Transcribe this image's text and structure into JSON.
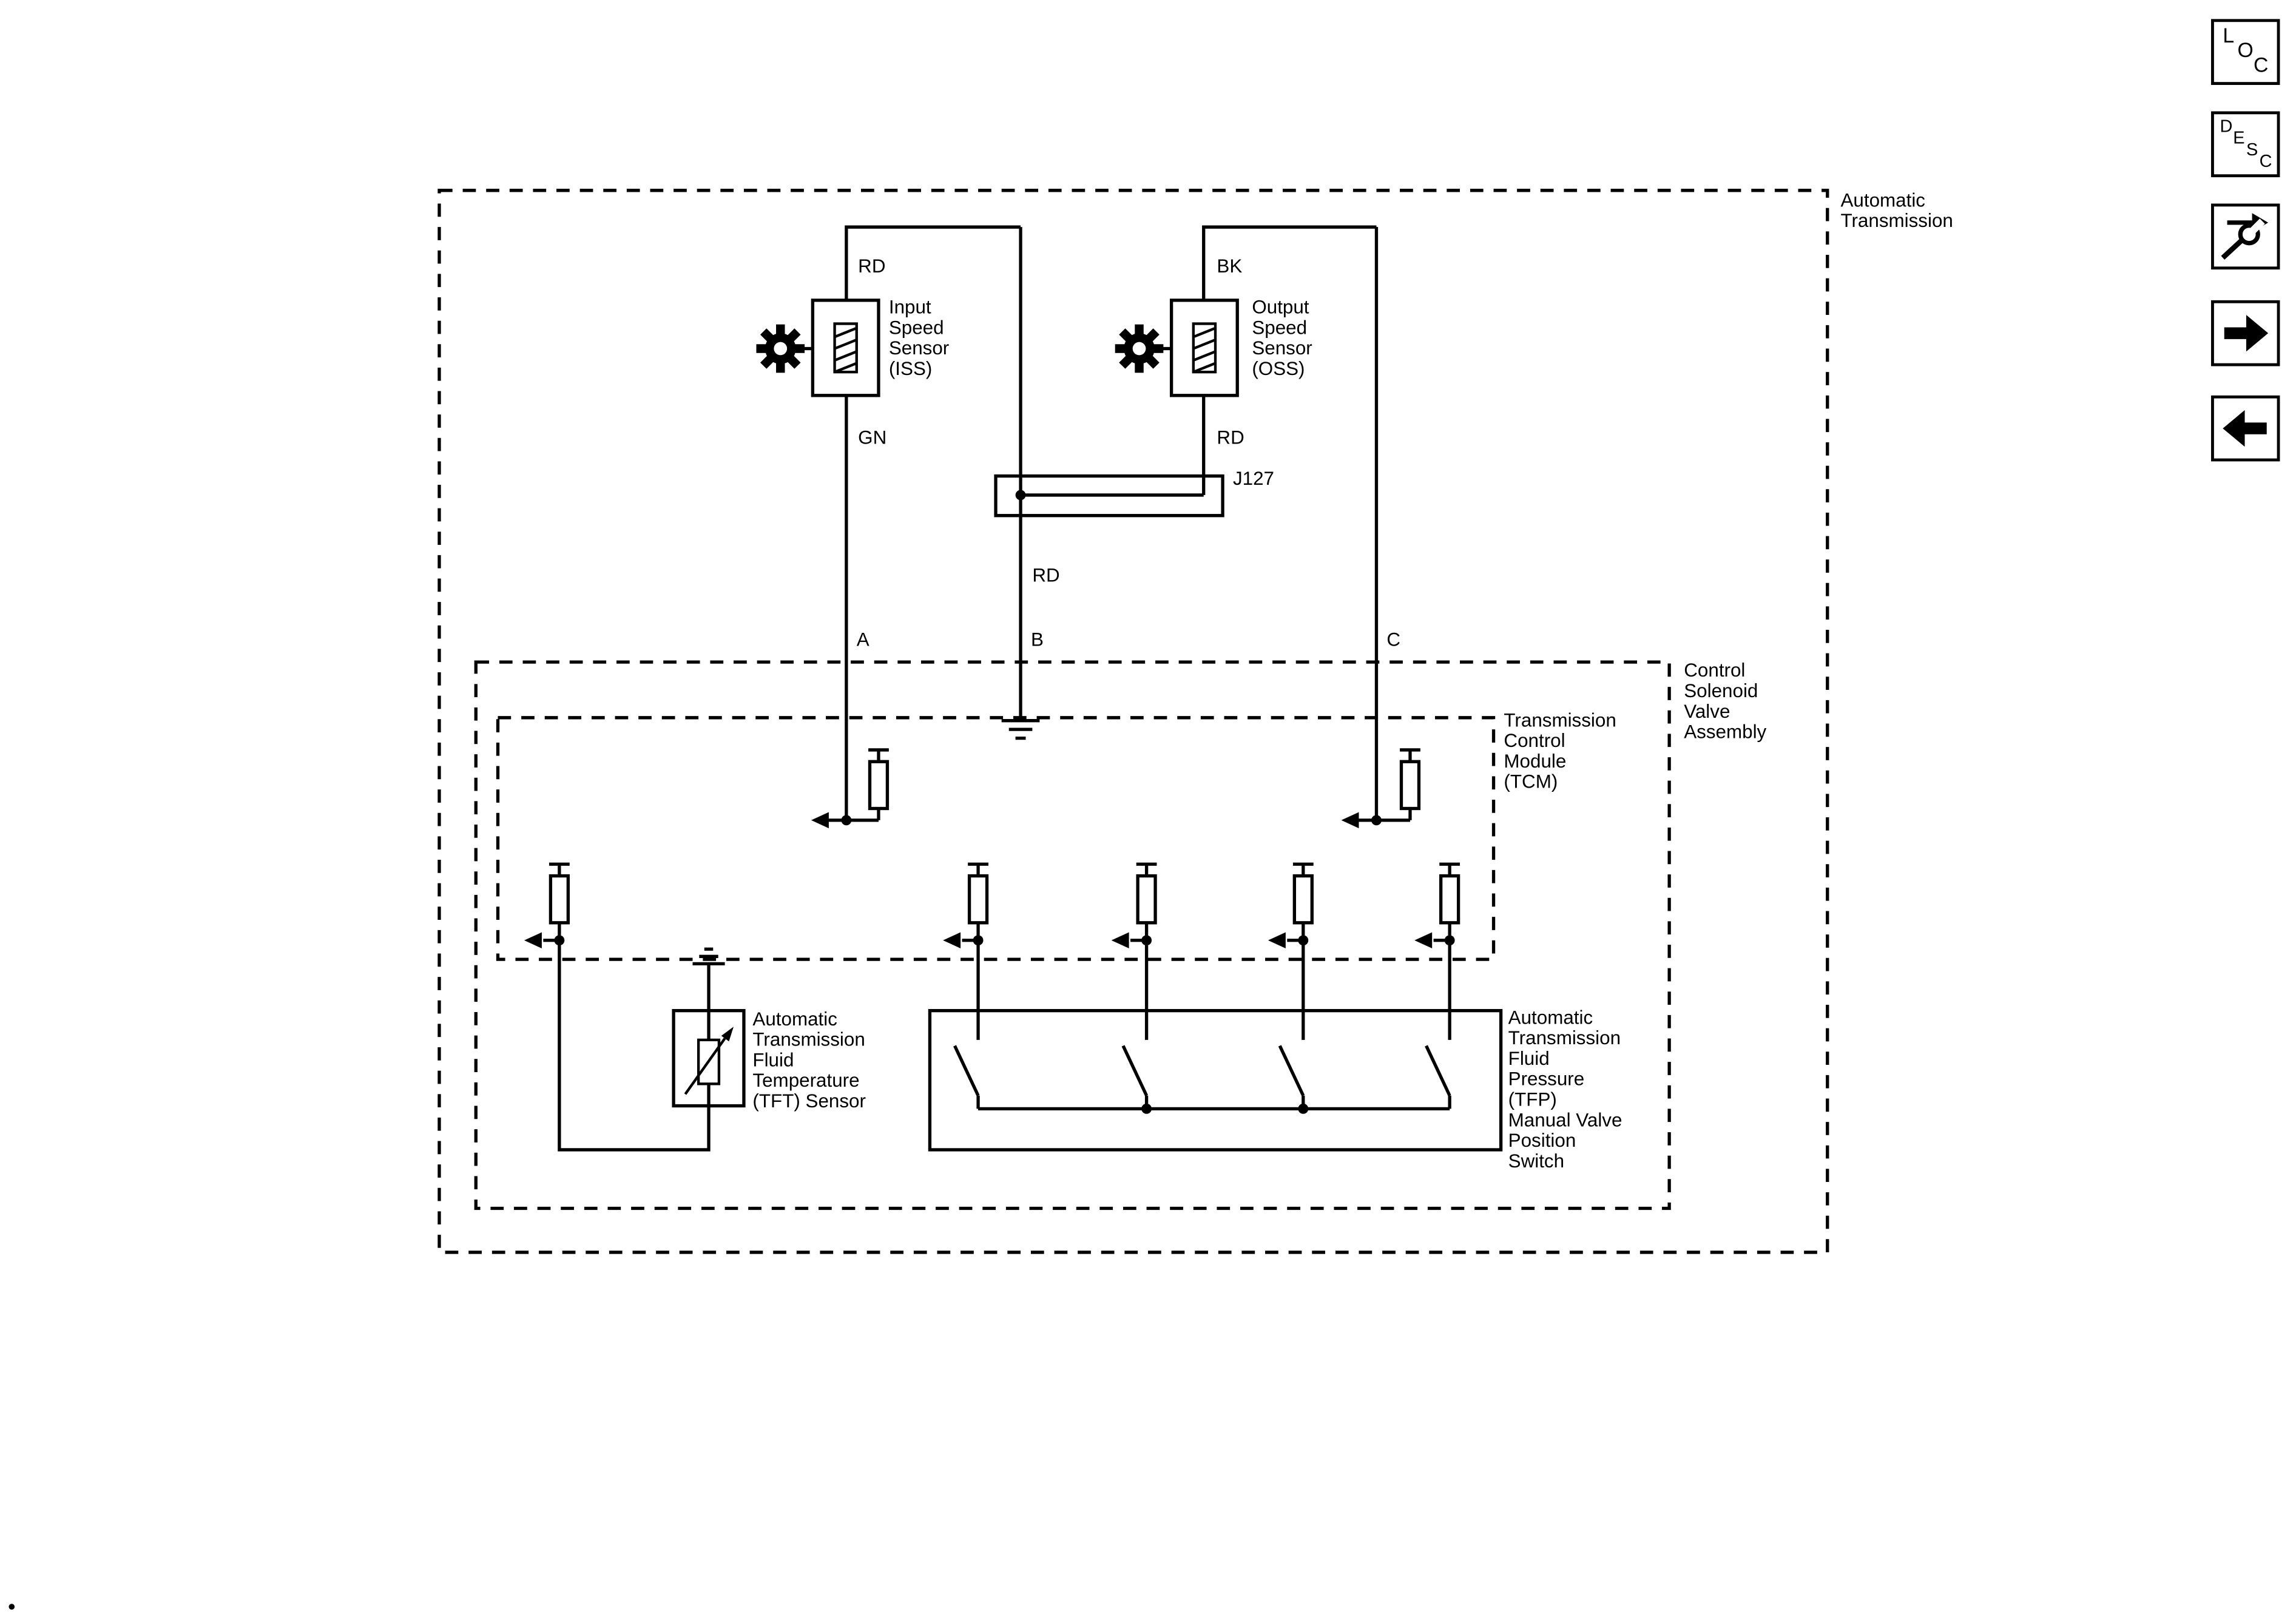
{
  "colors": {
    "ink": "#000000",
    "background": "#ffffff"
  },
  "toolbar": {
    "loc_letters": [
      "L",
      "O",
      "C"
    ],
    "desc_letters": [
      "D",
      "E",
      "S",
      "C"
    ]
  },
  "labels": {
    "outer_box": "Automatic\nTransmission",
    "csva": "Control\nSolenoid\nValve\nAssembly",
    "tcm": "Transmission\nControl\nModule\n(TCM)",
    "iss": "Input\nSpeed\nSensor\n(ISS)",
    "oss": "Output\nSpeed\nSensor\n(OSS)",
    "tft": "Automatic\nTransmission\nFluid\nTemperature\n(TFT) Sensor",
    "tfp": "Automatic\nTransmission\nFluid\nPressure\n(TFP)\nManual Valve\nPosition\nSwitch",
    "splice": "J127"
  },
  "wires": {
    "iss_top_color": "RD",
    "iss_bottom_color": "GN",
    "oss_top_color": "BK",
    "oss_bottom_color": "RD",
    "splice_down_color": "RD"
  },
  "pins": {
    "a": "A",
    "b": "B",
    "c": "C"
  }
}
